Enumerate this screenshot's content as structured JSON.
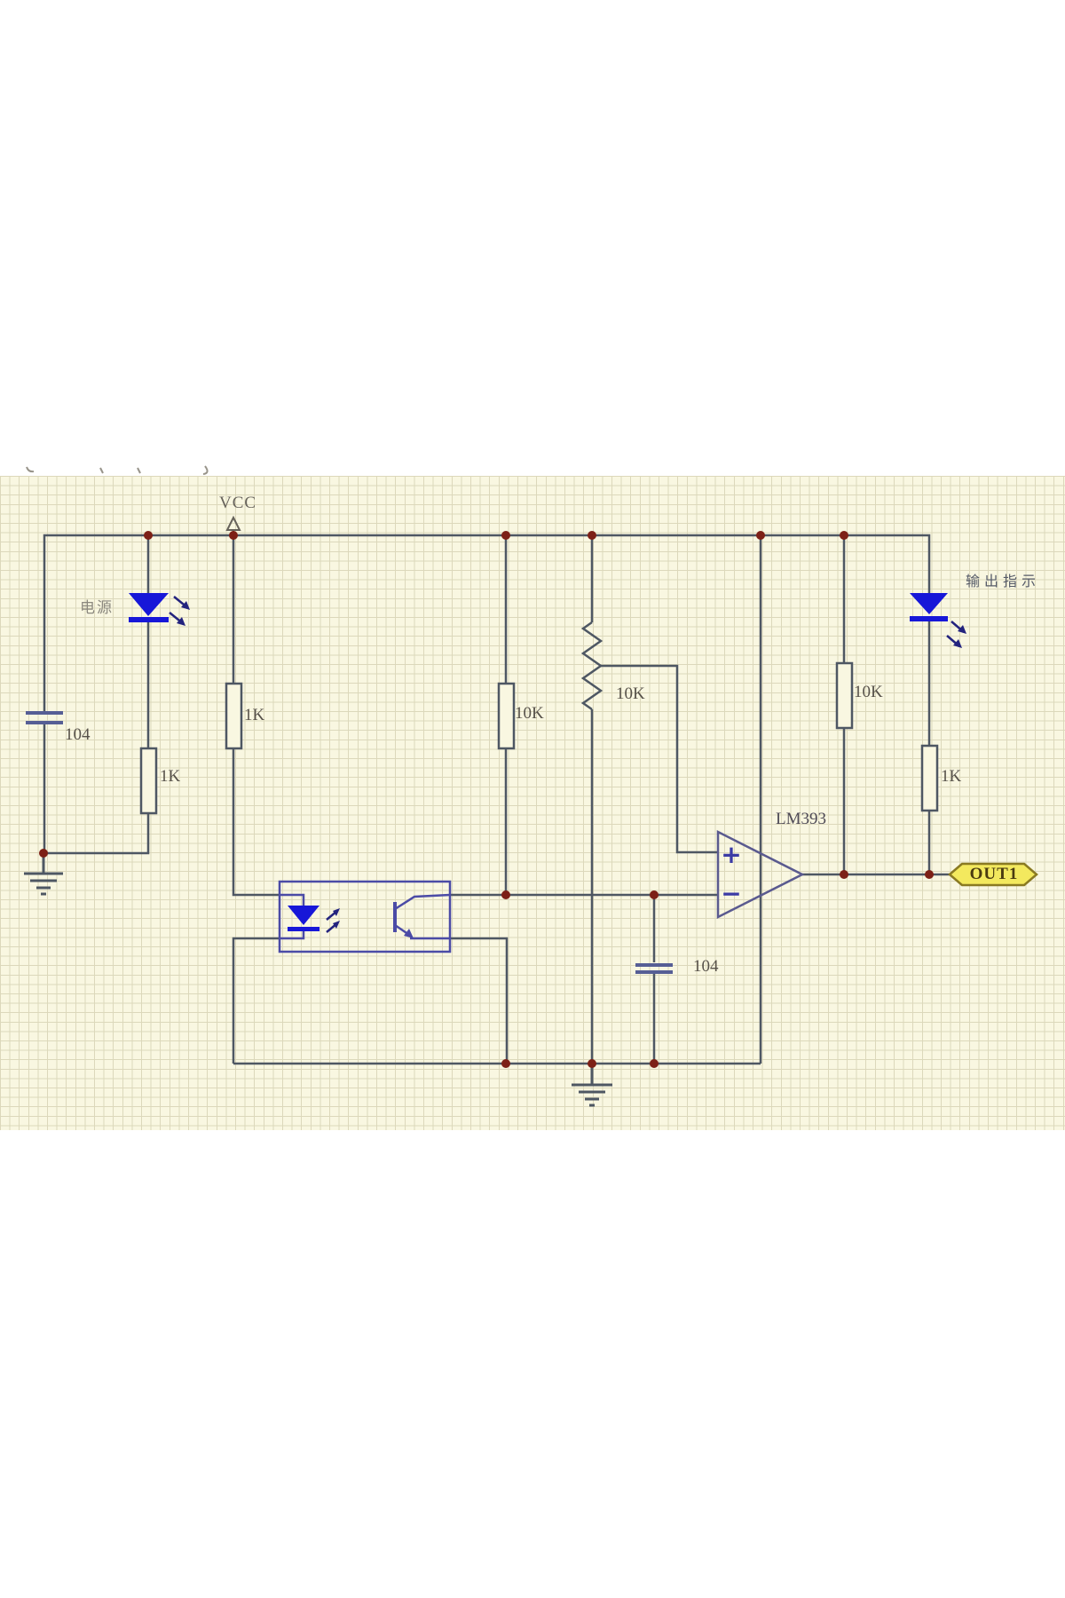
{
  "schematic": {
    "power_net_label": "VCC",
    "ic": {
      "label": "LM393",
      "plus_input": "+",
      "minus_input": "−"
    },
    "output_port": "OUT1",
    "leds": {
      "power_indicator_label": "电源",
      "output_indicator_label": "输出指示"
    },
    "capacitors": {
      "supply_filter": "104",
      "minus_input_filter": "104"
    },
    "resistors": {
      "power_led_series": "1K",
      "opto_led_series": "1K",
      "minus_pullup": "10K",
      "plus_divider": "10K",
      "output_pullup": "10K",
      "output_led_series": "1K"
    },
    "colors": {
      "grid_background": "#f9f7e1",
      "grid_line": "#dcd8bb",
      "wire": "#4e5763",
      "component_blue": "#4b4ba6",
      "led_blue": "#1717d8",
      "junction_dot": "#7d2016",
      "port_fill": "#f3e95e",
      "port_border": "#8a7a22"
    }
  }
}
